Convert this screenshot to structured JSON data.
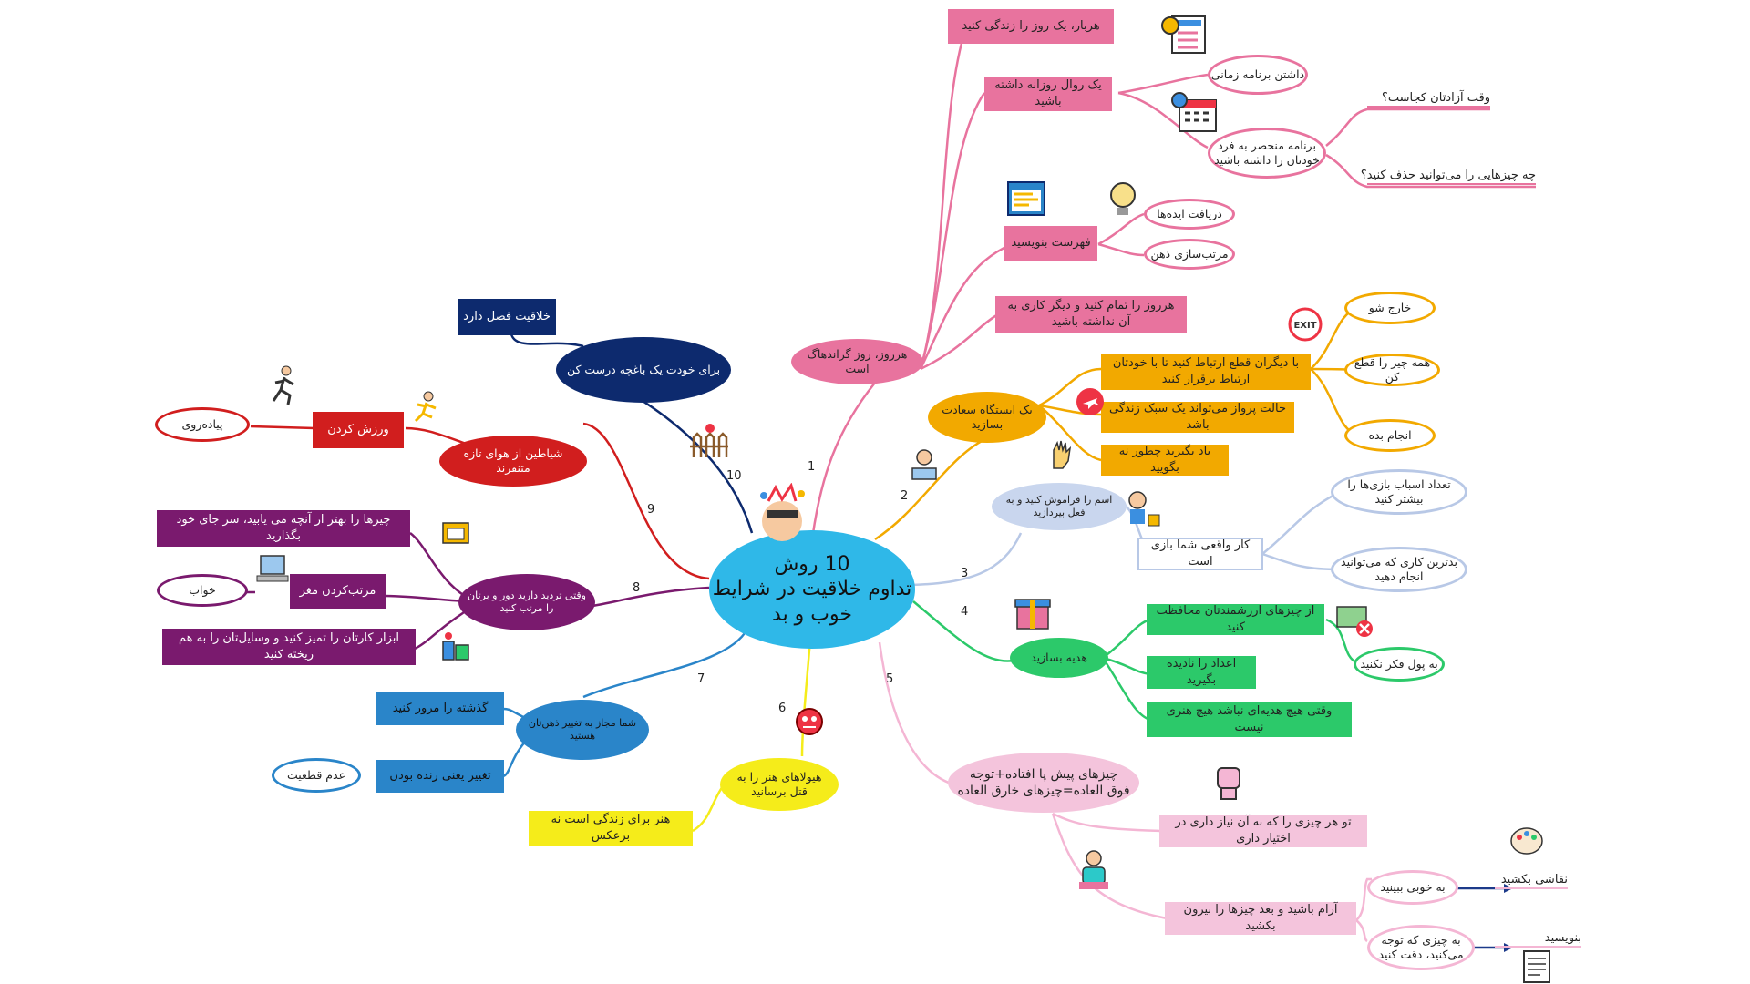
{
  "center": {
    "line1": "10 روش",
    "line2": "تداوم خلاقیت در شرایط",
    "line3": "خوب و بد"
  },
  "numbers": [
    "1",
    "2",
    "3",
    "4",
    "5",
    "6",
    "7",
    "8",
    "9",
    "10"
  ],
  "branch1": {
    "title": "هرروز، روز گراندهاگ است",
    "items": [
      "هربار، یک روز را زندگی کنید",
      "یک روال روزانه داشته باشید",
      "فهرست بنویسید",
      "هرروز را تمام کنید و دیگر کاری به آن نداشته باشید"
    ],
    "routine": [
      "داشتن برنامه زمانی",
      "برنامه منحصر به فرد خودتان را داشته باشید"
    ],
    "schedule_questions": [
      "وقت آزادتان کجاست؟",
      "چه چیزهایی را می‌توانید حذف کنید؟"
    ],
    "list": [
      "دریافت ایده‌ها",
      "مرتب‌سازی ذهن"
    ]
  },
  "branch2": {
    "title": "یک ایستگاه سعادت بسازید",
    "items": [
      "با دیگران قطع ارتباط کنید تا با خودتان ارتباط برقرار کنید",
      "حالت پرواز می‌تواند یک سبک زندگی باشد",
      "یاد بگیرید چطور نه بگویید"
    ],
    "subitems": [
      "خارج شو",
      "همه چیز را قطع کن",
      "انجام بده"
    ]
  },
  "branch3": {
    "title": "اسم را فراموش کنید و به فعل بپردازید",
    "item": "کار واقعی شما بازی است",
    "subitems": [
      "تعداد اسباب بازی‌ها را بیشتر کنید",
      "بدترین کاری که می‌توانید انجام دهید"
    ]
  },
  "branch4": {
    "title": "هدیه بسازید",
    "items": [
      "از چیزهای ارزشمندتان محافظت کنید",
      "اعداد را نادیده بگیرید",
      "وقتی هیچ هدیه‌ای نباشد هیچ هنری نیست"
    ],
    "sub": "به پول فکر نکنید"
  },
  "branch5": {
    "title": "چیزهای پیش پا افتاده+توجه فوق العاده=چیزهای خارق العاده",
    "items": [
      "تو هر چیزی را که به آن نیاز داری در اختیار داری",
      "آرام باشید و بعد چیزها را بیرون بکشید"
    ],
    "subitems": [
      "به خوبی ببینید",
      "به چیزی که توجه می‌کنید، دقت کنید"
    ],
    "leaves": [
      "نقاشی بکشید",
      "بنویسید"
    ]
  },
  "branch6": {
    "title": "هیولاهای هنر را به قتل برسانید",
    "item": "هنر برای زندگی است نه برعکس"
  },
  "branch7": {
    "title": "شما مجاز به تغییر ذهن‌تان هستید",
    "items": [
      "گذشته را مرور کنید",
      "تغییر یعنی زنده بودن"
    ],
    "sub": "عدم قطعیت"
  },
  "branch8": {
    "title": "وقتی تردید دارید دور و برتان را مرتب کنید",
    "items": [
      "چیزها را بهتر از آنچه می یابید، سر جای خود بگذارید",
      "مرتب‌کردن مغز",
      "ابزار کارتان را تمیز کنید و وسایل‌تان را به هم ریخته کنید"
    ],
    "sub": "خواب"
  },
  "branch9": {
    "title": "شیاطین از هوای تازه متنفرند",
    "item": "ورزش کردن",
    "sub": "پیاده‌روی"
  },
  "branch10": {
    "title": "برای خودت یک باغچه درست کن",
    "item": "خلاقیت فصل دارد"
  },
  "colors": {
    "center": "#2fb8e8",
    "branch1": "#e8739e",
    "branch2": "#f2a900",
    "branch3": "#b8c8e6",
    "branch4": "#2cc96a",
    "branch5": "#f4b6d4",
    "branch6": "#f5ec1a",
    "branch7": "#2a85c9",
    "branch8": "#7a1a6e",
    "branch9": "#d11e1e",
    "branch10": "#0d2a6e"
  },
  "icons": [
    "schedule-board-icon",
    "calendar-clock-icon",
    "browser-list-icon",
    "lightbulb-brain-icon",
    "exit-sign-icon",
    "airplane-icon",
    "stop-hand-icon",
    "laptop-person-icon",
    "child-playing-icon",
    "gift-box-icon",
    "money-no-icon",
    "fist-icon",
    "relaxed-person-icon",
    "painting-palette-icon",
    "notepad-icon",
    "red-monster-icon",
    "garden-fence-icon",
    "runner-icon",
    "jogger-icon",
    "file-folder-icon",
    "sleeping-computer-icon",
    "cleaning-supplies-icon",
    "head-ideas-icon"
  ]
}
